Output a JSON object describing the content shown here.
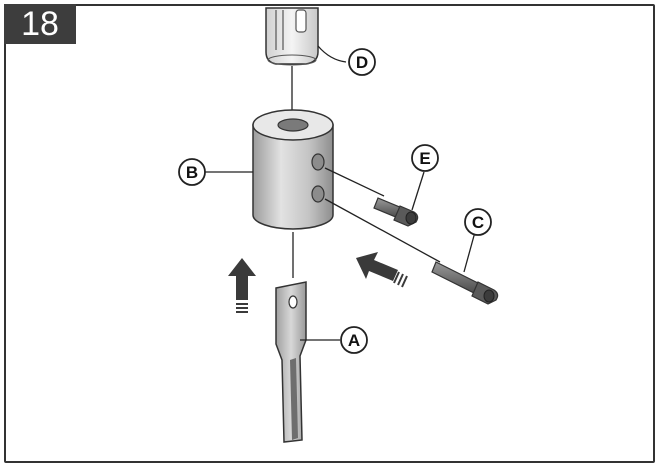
{
  "step": {
    "number": "18"
  },
  "callouts": {
    "a": "A",
    "b": "B",
    "c": "C",
    "d": "D",
    "e": "E"
  },
  "colors": {
    "badge_bg": "#3d3d3d",
    "badge_text": "#ffffff",
    "outline": "#333333",
    "metal_light": "#e6e6e6",
    "metal_mid": "#bdbdbd",
    "metal_dark": "#8a8a8a",
    "screw": "#6e6e6e"
  },
  "icons": [
    "up-arrow-icon",
    "left-arrow-icon"
  ]
}
